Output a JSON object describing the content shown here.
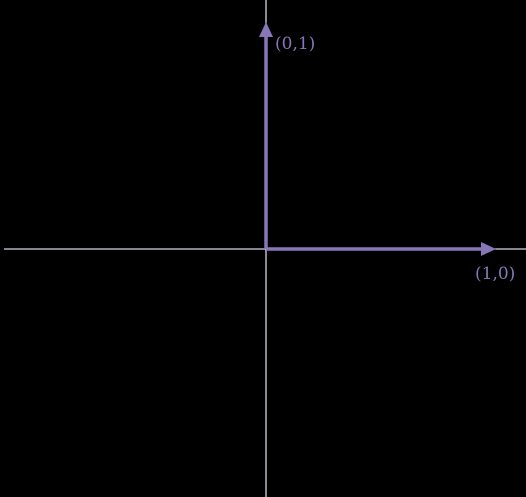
{
  "colors": {
    "background": "#000000",
    "axis": "#d9d4e8",
    "vector": "#8877b8",
    "label": "#8877b8"
  },
  "vectors": [
    {
      "id": "e2",
      "x": 0,
      "y": 1,
      "label": "(0,1)"
    },
    {
      "id": "e1",
      "x": 1,
      "y": 0,
      "label": "(1,0)"
    }
  ]
}
